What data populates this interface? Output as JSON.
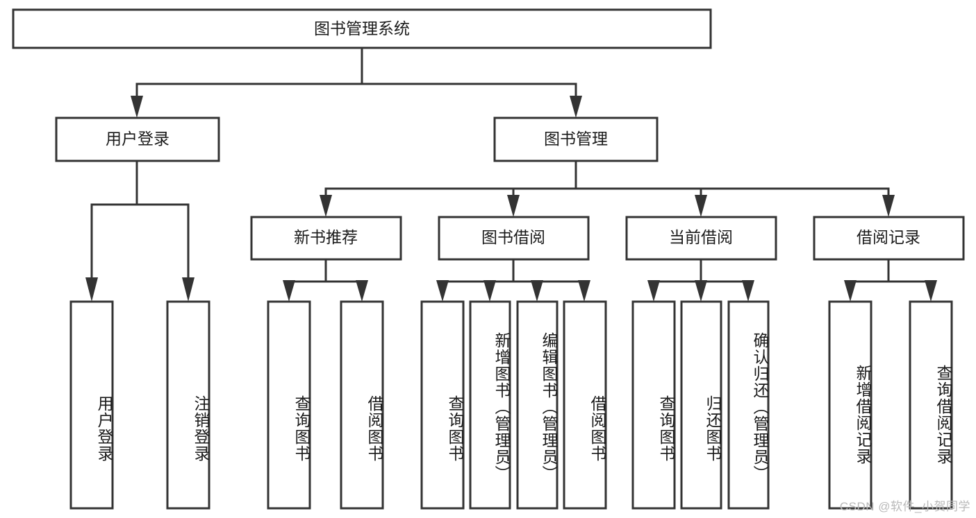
{
  "diagram": {
    "title": "图书管理系统",
    "type": "tree",
    "root": {
      "id": "root",
      "label": "图书管理系统",
      "orientation": "horizontal"
    },
    "level1": [
      {
        "id": "user-login",
        "label": "用户登录",
        "orientation": "horizontal"
      },
      {
        "id": "book-manage",
        "label": "图书管理",
        "orientation": "horizontal"
      }
    ],
    "level2": [
      {
        "id": "new-book-recommend",
        "label": "新书推荐",
        "parent": "book-manage",
        "orientation": "horizontal"
      },
      {
        "id": "book-borrow",
        "label": "图书借阅",
        "parent": "book-manage",
        "orientation": "horizontal"
      },
      {
        "id": "current-borrow",
        "label": "当前借阅",
        "parent": "book-manage",
        "orientation": "horizontal"
      },
      {
        "id": "borrow-record",
        "label": "借阅记录",
        "parent": "book-manage",
        "orientation": "horizontal"
      }
    ],
    "leaves": [
      {
        "id": "leaf-user-login",
        "label": "用户登录",
        "parent": "user-login",
        "orientation": "vertical"
      },
      {
        "id": "leaf-user-logout",
        "label": "注销登录",
        "parent": "user-login",
        "orientation": "vertical"
      },
      {
        "id": "leaf-query-book-1",
        "label": "查询图书",
        "parent": "new-book-recommend",
        "orientation": "vertical"
      },
      {
        "id": "leaf-borrow-book-1",
        "label": "借阅图书",
        "parent": "new-book-recommend",
        "orientation": "vertical"
      },
      {
        "id": "leaf-query-book-2",
        "label": "查询图书",
        "parent": "book-borrow",
        "orientation": "vertical"
      },
      {
        "id": "leaf-add-book",
        "label": "新增图书（管理员）",
        "parent": "book-borrow",
        "orientation": "vertical"
      },
      {
        "id": "leaf-edit-book",
        "label": "编辑图书（管理员）",
        "parent": "book-borrow",
        "orientation": "vertical"
      },
      {
        "id": "leaf-borrow-book-2",
        "label": "借阅图书",
        "parent": "book-borrow",
        "orientation": "vertical"
      },
      {
        "id": "leaf-query-book-3",
        "label": "查询图书",
        "parent": "current-borrow",
        "orientation": "vertical"
      },
      {
        "id": "leaf-return-book",
        "label": "归还图书",
        "parent": "current-borrow",
        "orientation": "vertical"
      },
      {
        "id": "leaf-confirm-return",
        "label": "确认归还（管理员）",
        "parent": "current-borrow",
        "orientation": "vertical"
      },
      {
        "id": "leaf-add-record",
        "label": "新增借阅记录",
        "parent": "borrow-record",
        "orientation": "vertical"
      },
      {
        "id": "leaf-query-record",
        "label": "查询借阅记录",
        "parent": "borrow-record",
        "orientation": "vertical"
      }
    ],
    "colors": {
      "box_stroke": "#333333",
      "box_fill": "#ffffff",
      "text": "#1a1a1a",
      "connector": "#333333",
      "watermark": "#b9b9b9",
      "background": "#ffffff"
    }
  },
  "watermark": {
    "text": "CSDN @软件_小贺同学"
  }
}
